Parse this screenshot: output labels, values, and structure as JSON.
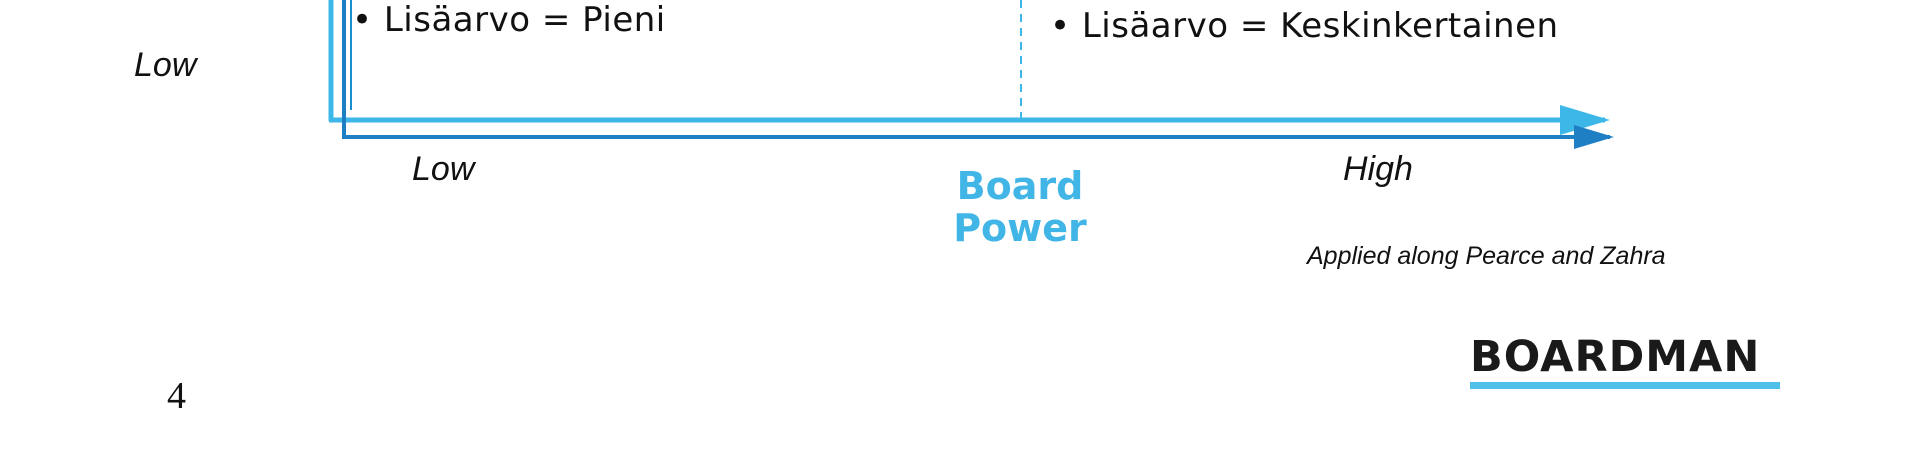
{
  "quadrants": {
    "low_low_bullet": "• Lisäarvo = Pieni",
    "high_low_bullet": "• Lisäarvo = Keskinkertainen"
  },
  "y_axis": {
    "low_label": "Low"
  },
  "x_axis": {
    "low_label": "Low",
    "high_label": "High",
    "title_line1": "Board",
    "title_line2": "Power"
  },
  "credit": "Applied along Pearce and Zahra",
  "page_number": "4",
  "logo": {
    "text": "BOARDMAN"
  },
  "colors": {
    "light_blue": "#3db7e8",
    "mid_blue": "#1a8fd0",
    "dark_blue": "#1f7fc4",
    "title_blue": "#41b6e6",
    "logo_underline": "#4ec0ea"
  }
}
